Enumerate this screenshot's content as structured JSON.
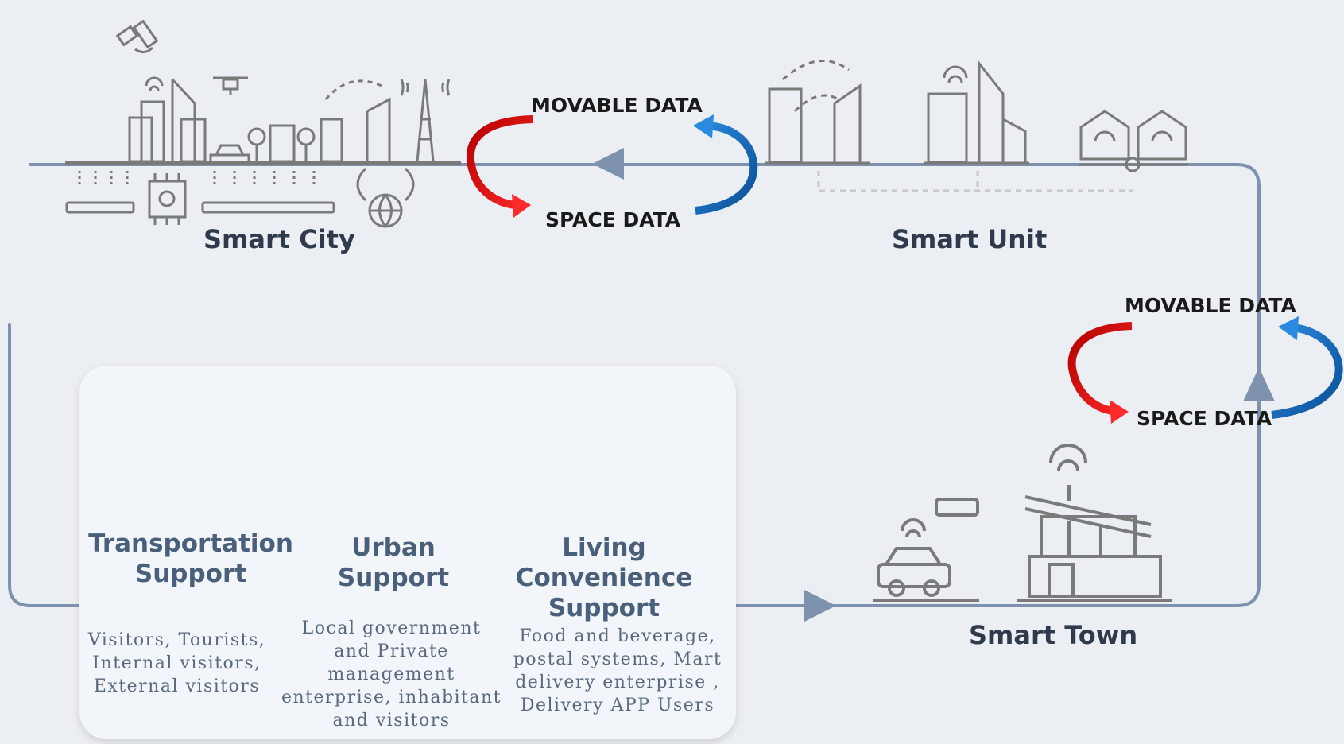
{
  "nodes": {
    "smart_city": "Smart City",
    "smart_unit": "Smart Unit",
    "smart_town": "Smart Town"
  },
  "data_flows": {
    "top": {
      "movable": "MOVABLE DATA",
      "space": "SPACE DATA"
    },
    "right": {
      "movable": "MOVABLE DATA",
      "space": "SPACE DATA"
    }
  },
  "supports": [
    {
      "title_line1": "Transportation",
      "title_line2": "Support",
      "desc": [
        "Visitors, Tourists,",
        "Internal visitors,",
        "External visitors"
      ]
    },
    {
      "title_line1": "Urban",
      "title_line2": "Support",
      "desc": [
        "Local government",
        "and Private",
        "management",
        "enterprise, inhabitant",
        "and visitors"
      ]
    },
    {
      "title_line1": "Living Convenience",
      "title_line2": "Support",
      "desc": [
        "Food and beverage,",
        "postal systems, Mart",
        "delivery enterprise ,",
        "Delivery APP Users"
      ]
    }
  ],
  "colors": {
    "background": "#ebeef2",
    "flow_line": "#7f92ad",
    "arrow_red": "#e3141b",
    "arrow_blue": "#1565b0",
    "icon_gray": "#7a7a7a",
    "icon_blue": "#2f6aa6"
  }
}
